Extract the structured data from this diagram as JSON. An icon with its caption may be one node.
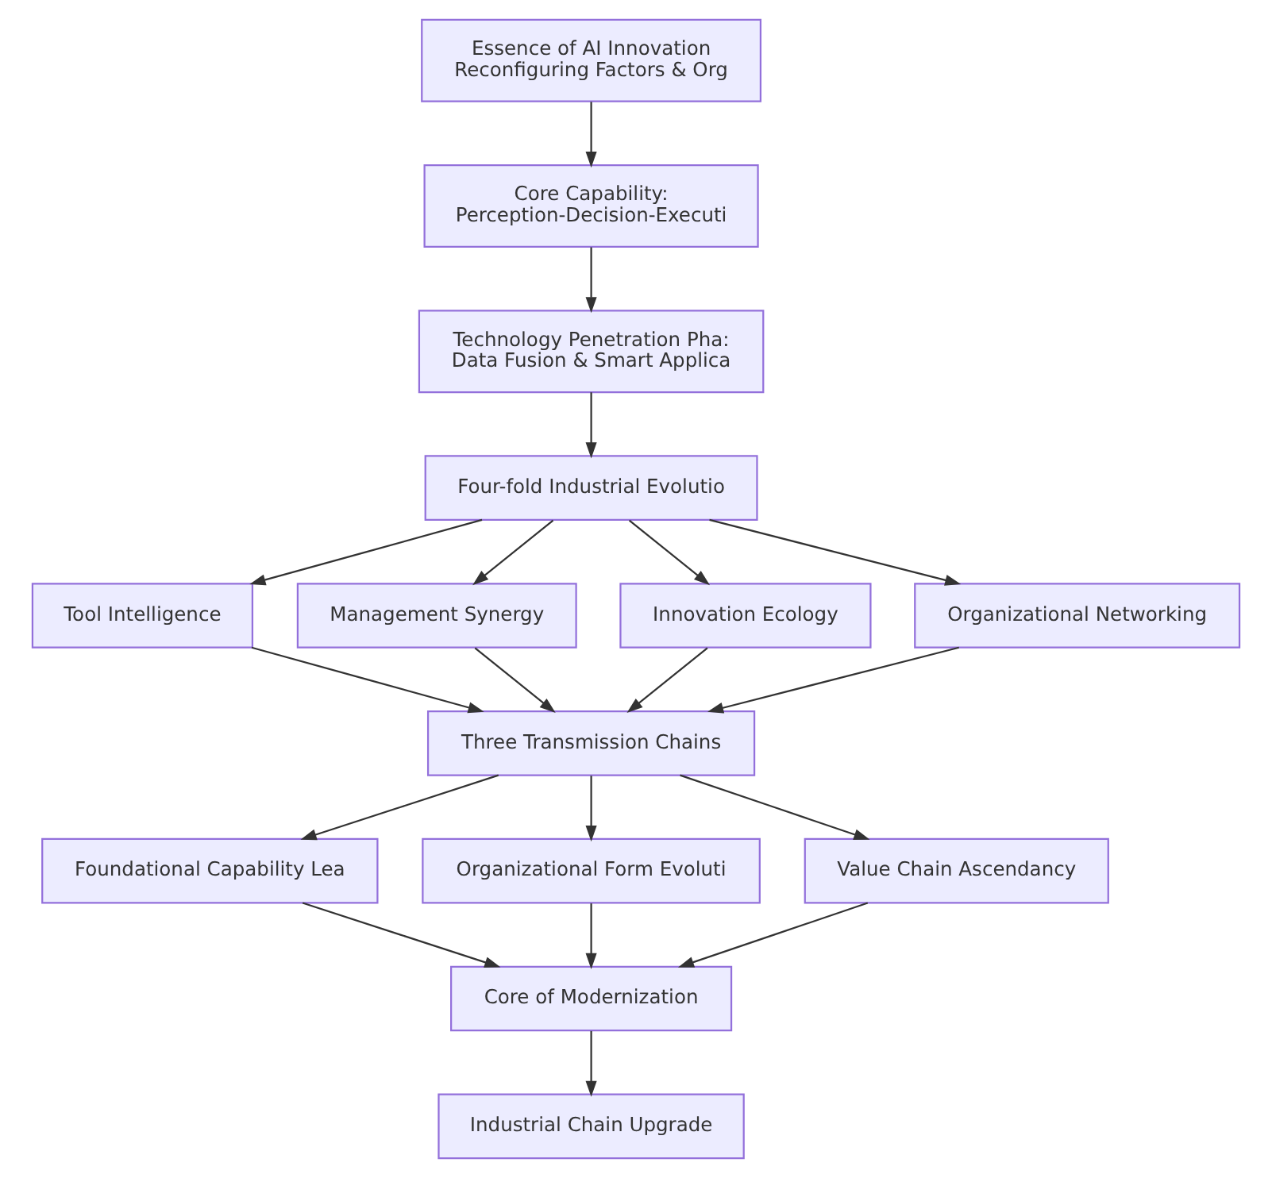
{
  "diagram": {
    "nodes": [
      {
        "text": [
          "Essence of AI Innovation",
          "Reconfiguring Factors & Org"
        ]
      },
      {
        "text": [
          "Core Capability:",
          "Perception-Decision-Executi"
        ]
      },
      {
        "text": [
          "Technology Penetration Pha:",
          "Data Fusion & Smart Applica"
        ]
      },
      {
        "text": [
          "Four-fold Industrial Evolutio"
        ]
      },
      {
        "text": [
          "Tool Intelligence"
        ]
      },
      {
        "text": [
          "Management Synergy"
        ]
      },
      {
        "text": [
          "Innovation Ecology"
        ]
      },
      {
        "text": [
          "Organizational Networking"
        ]
      },
      {
        "text": [
          "Three Transmission Chains"
        ]
      },
      {
        "text": [
          "Foundational Capability Lea"
        ]
      },
      {
        "text": [
          "Organizational Form Evoluti"
        ]
      },
      {
        "text": [
          "Value Chain Ascendancy"
        ]
      },
      {
        "text": [
          "Core of Modernization"
        ]
      },
      {
        "text": [
          "Industrial Chain Upgrade"
        ]
      }
    ],
    "edges": [
      {
        "from": 0,
        "to": 1,
        "arrow": "to"
      },
      {
        "from": 1,
        "to": 2,
        "arrow": "to"
      },
      {
        "from": 2,
        "to": 3,
        "arrow": "to"
      },
      {
        "from": 3,
        "to": 4,
        "arrow": "to"
      },
      {
        "from": 3,
        "to": 5,
        "arrow": "to"
      },
      {
        "from": 3,
        "to": 6,
        "arrow": "to"
      },
      {
        "from": 3,
        "to": 7,
        "arrow": "to"
      },
      {
        "from": 4,
        "to": 8,
        "arrow": "to"
      },
      {
        "from": 5,
        "to": 8,
        "arrow": "to"
      },
      {
        "from": 6,
        "to": 8,
        "arrow": "to"
      },
      {
        "from": 7,
        "to": 8,
        "arrow": "to"
      },
      {
        "from": 8,
        "to": 9,
        "arrow": "to"
      },
      {
        "from": 8,
        "to": 10,
        "arrow": "to"
      },
      {
        "from": 8,
        "to": 11,
        "arrow": "to"
      },
      {
        "from": 9,
        "to": 12,
        "arrow": "to"
      },
      {
        "from": 10,
        "to": 12,
        "arrow": "to"
      },
      {
        "from": 11,
        "to": 12,
        "arrow": "to"
      },
      {
        "from": 12,
        "to": 13,
        "arrow": "to"
      }
    ]
  }
}
